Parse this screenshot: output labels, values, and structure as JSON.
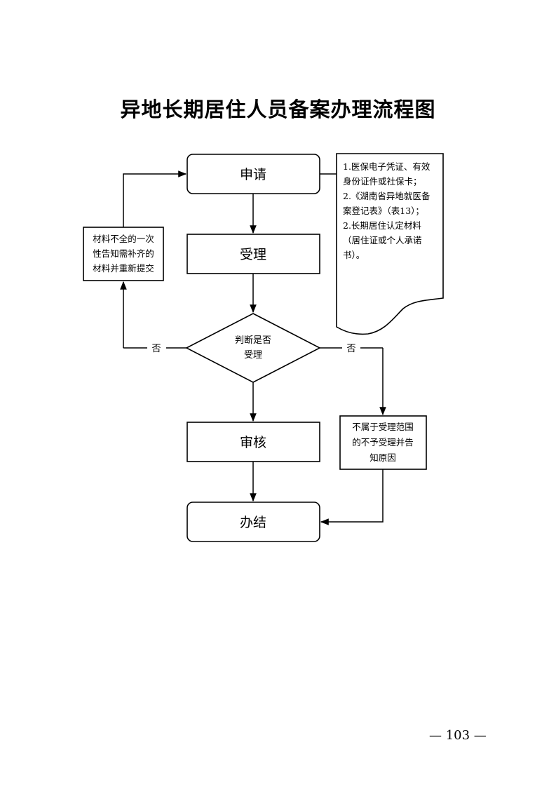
{
  "title": "异地长期居住人员备案办理流程图",
  "nodes": {
    "apply": "申请",
    "accept": "受理",
    "judge": [
      "判断是否",
      "受理"
    ],
    "review": "审核",
    "complete": "办结",
    "incomplete": [
      "材料不全的一次",
      "性告知需补齐的",
      "材料并重新提交"
    ],
    "out_of_scope": [
      "不属于受理范围",
      "的不予受理并告",
      "知原因"
    ]
  },
  "materials_note": [
    "1.医保电子凭证、有效",
    "身份证件或社保卡；",
    "2.《湖南省异地就医备",
    "案登记表》（表13）；",
    "2.长期居住认定材料",
    "（居住证或个人承诺",
    "书）。"
  ],
  "edge_labels": {
    "left_no": "否",
    "right_no": "否"
  },
  "page_number": "— 103 —"
}
